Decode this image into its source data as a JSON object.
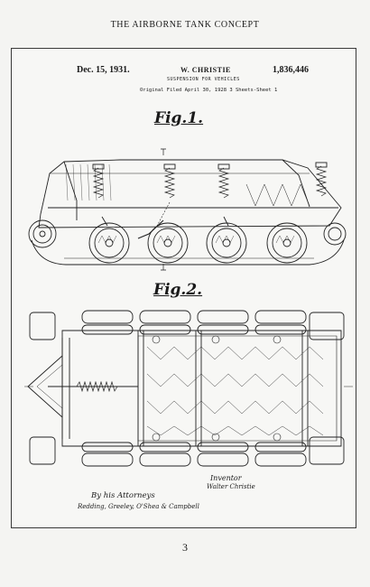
{
  "running_head": "THE AIRBORNE TANK CONCEPT",
  "patent": {
    "date": "Dec. 15, 1931.",
    "inventor": "W. CHRISTIE",
    "number": "1,836,446",
    "subject": "SUSPENSION FOR VEHICLES",
    "filing": "Original Filed April 30, 1928   3 Sheets-Sheet  1"
  },
  "figures": {
    "fig1": "Fig.1.",
    "fig2": "Fig.2."
  },
  "signature": {
    "inventor_label": "Inventor",
    "inventor_name": "Walter Christie",
    "attorneys_label": "By his Attorneys",
    "attorneys_names": "Redding, Greeley, O'Shea & Campbell"
  },
  "page_number": "3"
}
